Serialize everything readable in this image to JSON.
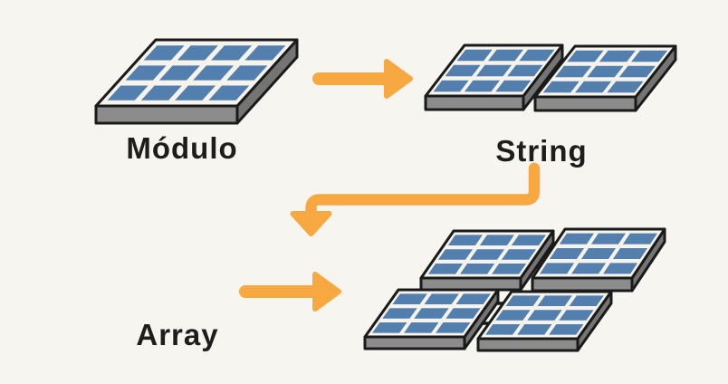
{
  "labels": {
    "module": "Módulo",
    "string": "String",
    "array": "Array"
  },
  "panels": {
    "module_count": 1,
    "string_count": 2,
    "array_count": 4,
    "module_grid": "4x3",
    "string_grid": "3x3",
    "array_grid": "3x3"
  },
  "icons": {
    "module_to_string": "arrow-right-icon",
    "string_to_array": "elbow-arrow-down-icon",
    "to_array_panels": "arrow-right-icon"
  },
  "colors": {
    "background": "#F7F5F0",
    "text": "#1D1D1B",
    "outline": "#1A1A1A",
    "panel_cell": "#527FAE",
    "panel_face": "#F5F3EC",
    "panel_side_front": "#8C8C8C",
    "panel_side_right": "#747474",
    "connector_dark": "#3F3F3F",
    "arrow": "#F8A840"
  }
}
